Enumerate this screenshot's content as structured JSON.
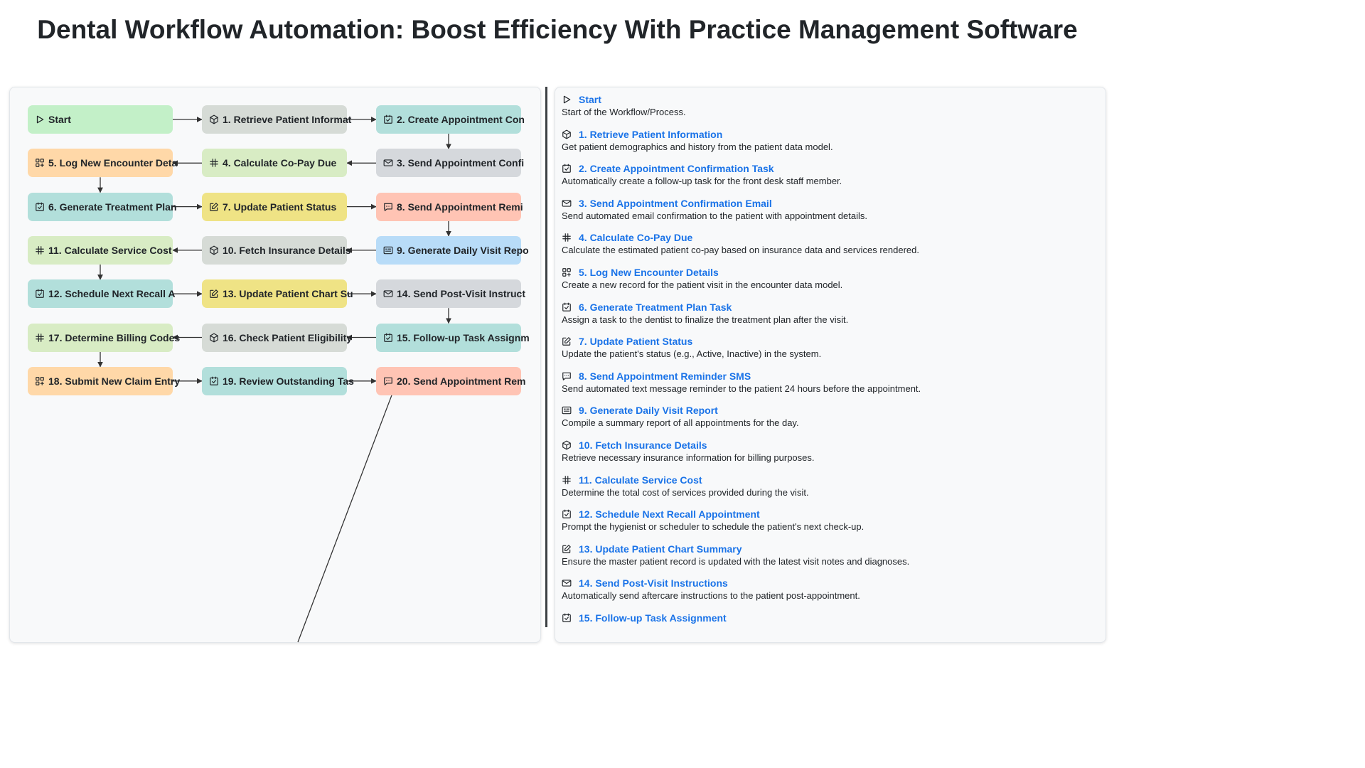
{
  "title": "Dental Workflow Automation: Boost Efficiency With Practice Management Software",
  "colors": {
    "start": "#c3f0c8",
    "gray": "#d6dbd6",
    "teal": "#b2dfdb",
    "slate": "#d5d8dc",
    "orange": "#ffd8a8",
    "lime": "#d8ecc4",
    "yellow": "#efe385",
    "salmon": "#ffc4b4",
    "blue": "#b8dcf8",
    "link": "#1a73e8",
    "edge": "#333333"
  },
  "nodes": [
    {
      "id": "start",
      "label": "Start",
      "icon": "play-icon",
      "color": "start"
    },
    {
      "id": "n1",
      "label": "1. Retrieve Patient Informat",
      "icon": "cube-icon",
      "color": "gray"
    },
    {
      "id": "n2",
      "label": "2. Create Appointment Con",
      "icon": "checkbox-icon",
      "color": "teal"
    },
    {
      "id": "n3",
      "label": "3. Send Appointment Confi",
      "icon": "mail-icon",
      "color": "slate"
    },
    {
      "id": "n4",
      "label": "4. Calculate Co-Pay Due",
      "icon": "hash-icon",
      "color": "lime"
    },
    {
      "id": "n5",
      "label": "5. Log New Encounter Deta",
      "icon": "grid-plus-icon",
      "color": "orange"
    },
    {
      "id": "n6",
      "label": "6. Generate Treatment Plan",
      "icon": "checkbox-icon",
      "color": "teal"
    },
    {
      "id": "n7",
      "label": "7. Update Patient Status",
      "icon": "edit-icon",
      "color": "yellow"
    },
    {
      "id": "n8",
      "label": "8. Send Appointment Remi",
      "icon": "message-icon",
      "color": "salmon"
    },
    {
      "id": "n9",
      "label": "9. Generate Daily Visit Repo",
      "icon": "report-icon",
      "color": "blue"
    },
    {
      "id": "n10",
      "label": "10. Fetch Insurance Details",
      "icon": "cube-icon",
      "color": "gray"
    },
    {
      "id": "n11",
      "label": "11. Calculate Service Cost",
      "icon": "hash-icon",
      "color": "lime"
    },
    {
      "id": "n12",
      "label": "12. Schedule Next Recall A",
      "icon": "checkbox-icon",
      "color": "teal"
    },
    {
      "id": "n13",
      "label": "13. Update Patient Chart Su",
      "icon": "edit-icon",
      "color": "yellow"
    },
    {
      "id": "n14",
      "label": "14. Send Post-Visit Instruct",
      "icon": "mail-icon",
      "color": "slate"
    },
    {
      "id": "n15",
      "label": "15. Follow-up Task Assignm",
      "icon": "checkbox-icon",
      "color": "teal"
    },
    {
      "id": "n16",
      "label": "16. Check Patient Eligibility",
      "icon": "cube-icon",
      "color": "gray"
    },
    {
      "id": "n17",
      "label": "17. Determine Billing Codes",
      "icon": "hash-icon",
      "color": "lime"
    },
    {
      "id": "n18",
      "label": "18. Submit New Claim Entry",
      "icon": "grid-plus-icon",
      "color": "orange"
    },
    {
      "id": "n19",
      "label": "19. Review Outstanding Tas",
      "icon": "checkbox-icon",
      "color": "teal"
    },
    {
      "id": "n20",
      "label": "20. Send Appointment Rem",
      "icon": "message-icon",
      "color": "salmon"
    }
  ],
  "edges": [
    [
      "start",
      "n1"
    ],
    [
      "n1",
      "n2"
    ],
    [
      "n2",
      "n3"
    ],
    [
      "n3",
      "n4"
    ],
    [
      "n4",
      "n5"
    ],
    [
      "n5",
      "n6"
    ],
    [
      "n6",
      "n7"
    ],
    [
      "n7",
      "n8"
    ],
    [
      "n8",
      "n9"
    ],
    [
      "n9",
      "n10"
    ],
    [
      "n10",
      "n11"
    ],
    [
      "n11",
      "n12"
    ],
    [
      "n12",
      "n13"
    ],
    [
      "n13",
      "n14"
    ],
    [
      "n14",
      "n15"
    ],
    [
      "n15",
      "n16"
    ],
    [
      "n16",
      "n17"
    ],
    [
      "n17",
      "n18"
    ],
    [
      "n18",
      "n19"
    ],
    [
      "n19",
      "n20"
    ],
    [
      "n20",
      "offscreen"
    ]
  ],
  "descriptions": [
    {
      "title": "Start",
      "icon": "play-icon",
      "text": "Start of the Workflow/Process."
    },
    {
      "title": "1. Retrieve Patient Information",
      "icon": "cube-icon",
      "text": "Get patient demographics and history from the patient data model."
    },
    {
      "title": "2. Create Appointment Confirmation Task",
      "icon": "checkbox-icon",
      "text": "Automatically create a follow-up task for the front desk staff member."
    },
    {
      "title": "3. Send Appointment Confirmation Email",
      "icon": "mail-icon",
      "text": "Send automated email confirmation to the patient with appointment details."
    },
    {
      "title": "4. Calculate Co-Pay Due",
      "icon": "hash-icon",
      "text": "Calculate the estimated patient co-pay based on insurance data and services rendered."
    },
    {
      "title": "5. Log New Encounter Details",
      "icon": "grid-plus-icon",
      "text": "Create a new record for the patient visit in the encounter data model."
    },
    {
      "title": "6. Generate Treatment Plan Task",
      "icon": "checkbox-icon",
      "text": "Assign a task to the dentist to finalize the treatment plan after the visit."
    },
    {
      "title": "7. Update Patient Status",
      "icon": "edit-icon",
      "text": "Update the patient's status (e.g., Active, Inactive) in the system."
    },
    {
      "title": "8. Send Appointment Reminder SMS",
      "icon": "message-icon",
      "text": "Send automated text message reminder to the patient 24 hours before the appointment."
    },
    {
      "title": "9. Generate Daily Visit Report",
      "icon": "report-icon",
      "text": "Compile a summary report of all appointments for the day."
    },
    {
      "title": "10. Fetch Insurance Details",
      "icon": "cube-icon",
      "text": "Retrieve necessary insurance information for billing purposes."
    },
    {
      "title": "11. Calculate Service Cost",
      "icon": "hash-icon",
      "text": "Determine the total cost of services provided during the visit."
    },
    {
      "title": "12. Schedule Next Recall Appointment",
      "icon": "checkbox-icon",
      "text": "Prompt the hygienist or scheduler to schedule the patient's next check-up."
    },
    {
      "title": "13. Update Patient Chart Summary",
      "icon": "edit-icon",
      "text": "Ensure the master patient record is updated with the latest visit notes and diagnoses."
    },
    {
      "title": "14. Send Post-Visit Instructions",
      "icon": "mail-icon",
      "text": "Automatically send aftercare instructions to the patient post-appointment."
    },
    {
      "title": "15. Follow-up Task Assignment",
      "icon": "checkbox-icon",
      "text": ""
    }
  ]
}
